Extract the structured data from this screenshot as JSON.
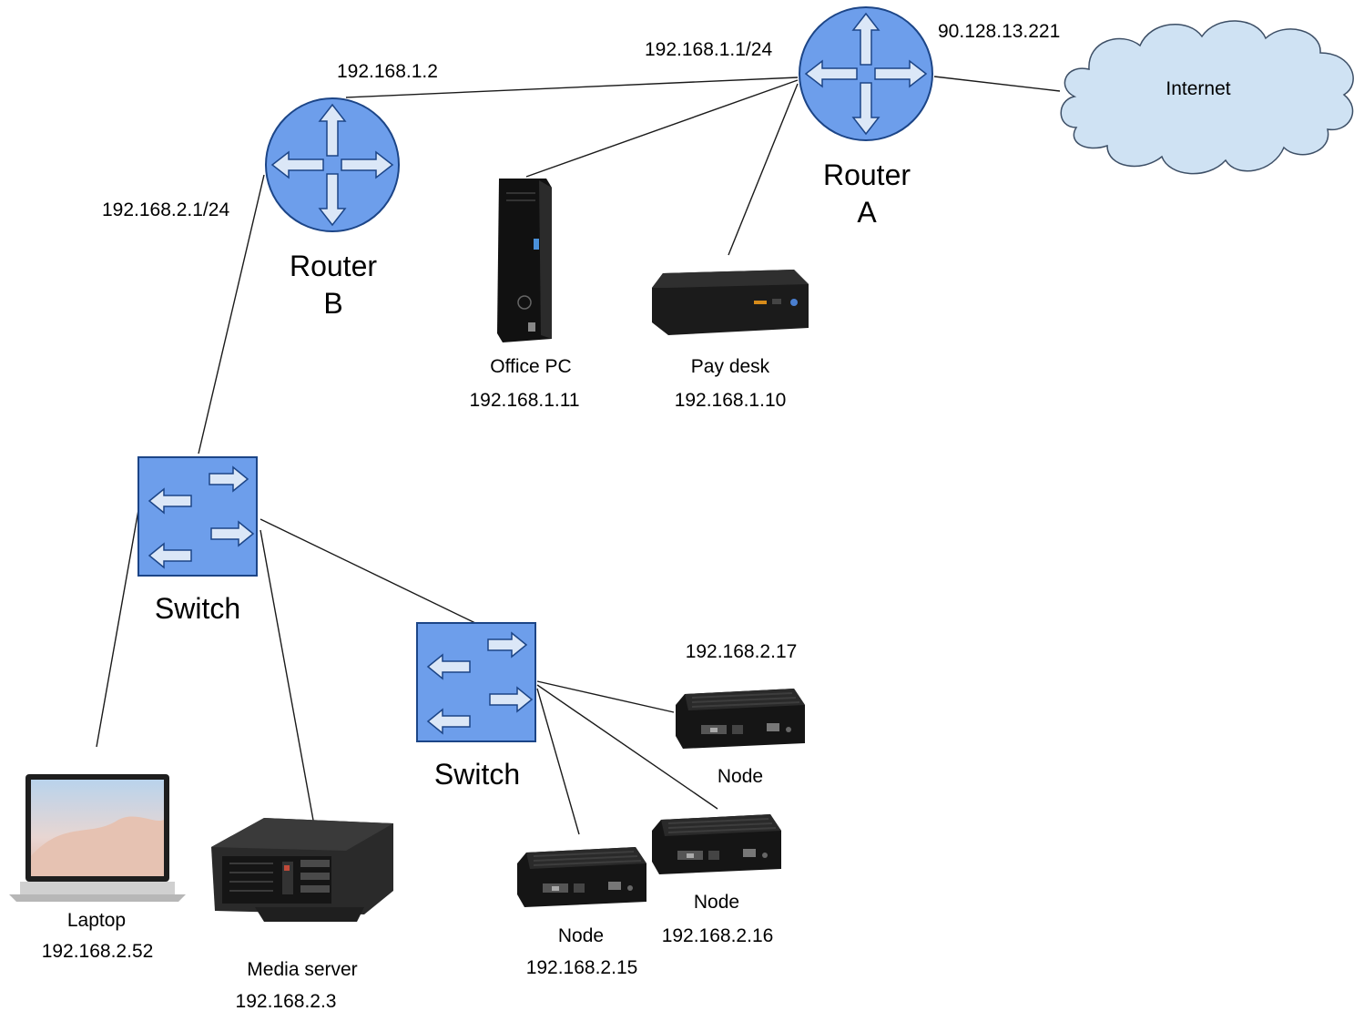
{
  "cloud": {
    "label": "Internet"
  },
  "router_a": {
    "line1": "Router",
    "line2": "A",
    "lan_ip": "192.168.1.1/24",
    "wan_ip": "90.128.13.221"
  },
  "router_b": {
    "line1": "Router",
    "line2": "B",
    "wan_ip": "192.168.1.2",
    "lan_ip": "192.168.2.1/24"
  },
  "office_pc": {
    "name": "Office PC",
    "ip": "192.168.1.11"
  },
  "pay_desk": {
    "name": "Pay desk",
    "ip": "192.168.1.10"
  },
  "switch_main": {
    "label": "Switch"
  },
  "switch_nodes": {
    "label": "Switch"
  },
  "laptop": {
    "name": "Laptop",
    "ip": "192.168.2.52"
  },
  "media_server": {
    "name": "Media server",
    "ip": "192.168.2.3"
  },
  "node_17": {
    "name": "Node",
    "ip": "192.168.2.17"
  },
  "node_16": {
    "name": "Node",
    "ip": "192.168.2.16"
  },
  "node_15": {
    "name": "Node",
    "ip": "192.168.2.15"
  },
  "colors": {
    "router_fill": "#6d9eeb",
    "router_stroke": "#1c4587",
    "cloud_fill": "#cfe2f3",
    "arrow_fill": "#dbe7f7"
  }
}
